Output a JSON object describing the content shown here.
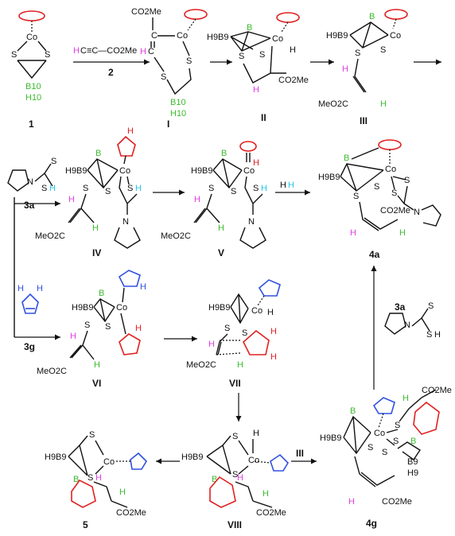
{
  "atoms": {
    "co": "Co",
    "s": "S",
    "b": "B",
    "h": "H",
    "n": "N",
    "b10": "B10",
    "h10": "H10",
    "h9b9": "H9B9",
    "b9": "B9",
    "h9": "H9",
    "co2me": "CO2Me",
    "meo2c": "MeO2C",
    "alkyne_h": "H",
    "alkyne_triple": "C≡C—CO2Me"
  },
  "labels": {
    "c1": "1",
    "r2": "2",
    "cI": "I",
    "cII": "II",
    "cIII": "III",
    "r3a": "3a",
    "r3g": "3g",
    "cIV": "IV",
    "cV": "V",
    "c4a": "4a",
    "cVI": "VI",
    "cVII": "VII",
    "r3a_right": "3a",
    "cVIII": "VIII",
    "c5": "5",
    "c4g": "4g",
    "arrow_III": "III",
    "h2_byproduct": "H"
  },
  "colors": {
    "boron": "#3dbb2f",
    "hydrogen_vinyl": "#e040e0",
    "hydrogen_thiol": "#29c6e8",
    "cp_ring": "#e02020",
    "cp_diene": "#3050e0"
  }
}
